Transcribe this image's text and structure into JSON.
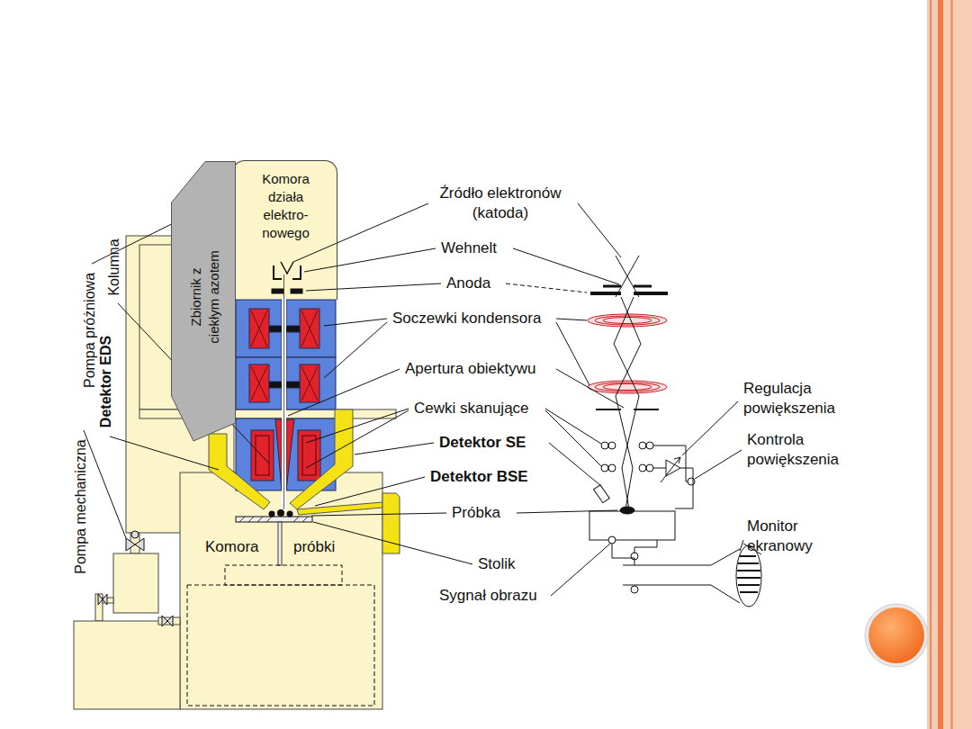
{
  "diagram": {
    "nodes": [
      {
        "text": [
          "Komora działa elektro- nowego"
        ]
      },
      {
        "text": [
          "Zbiornik z ciekłym azotem"
        ]
      }
    ],
    "labels": [
      "Źródło elektronów (katoda)",
      "Wehnelt",
      "Anoda",
      "Soczewki kondensora",
      "Apertura obiektywu",
      "Cewki skanujące",
      "Detektor SE",
      "Detektor BSE",
      "Próbka",
      "Stolik",
      "Sygnał obrazu",
      "Regulacja powiększenia",
      "Kontrola powiększenia",
      "Monitor ekranowy",
      "Komora",
      "próbki",
      "Kolumna",
      "Pompa próżniowa",
      "Detektor EDS",
      "Pompa mechaniczna"
    ]
  }
}
